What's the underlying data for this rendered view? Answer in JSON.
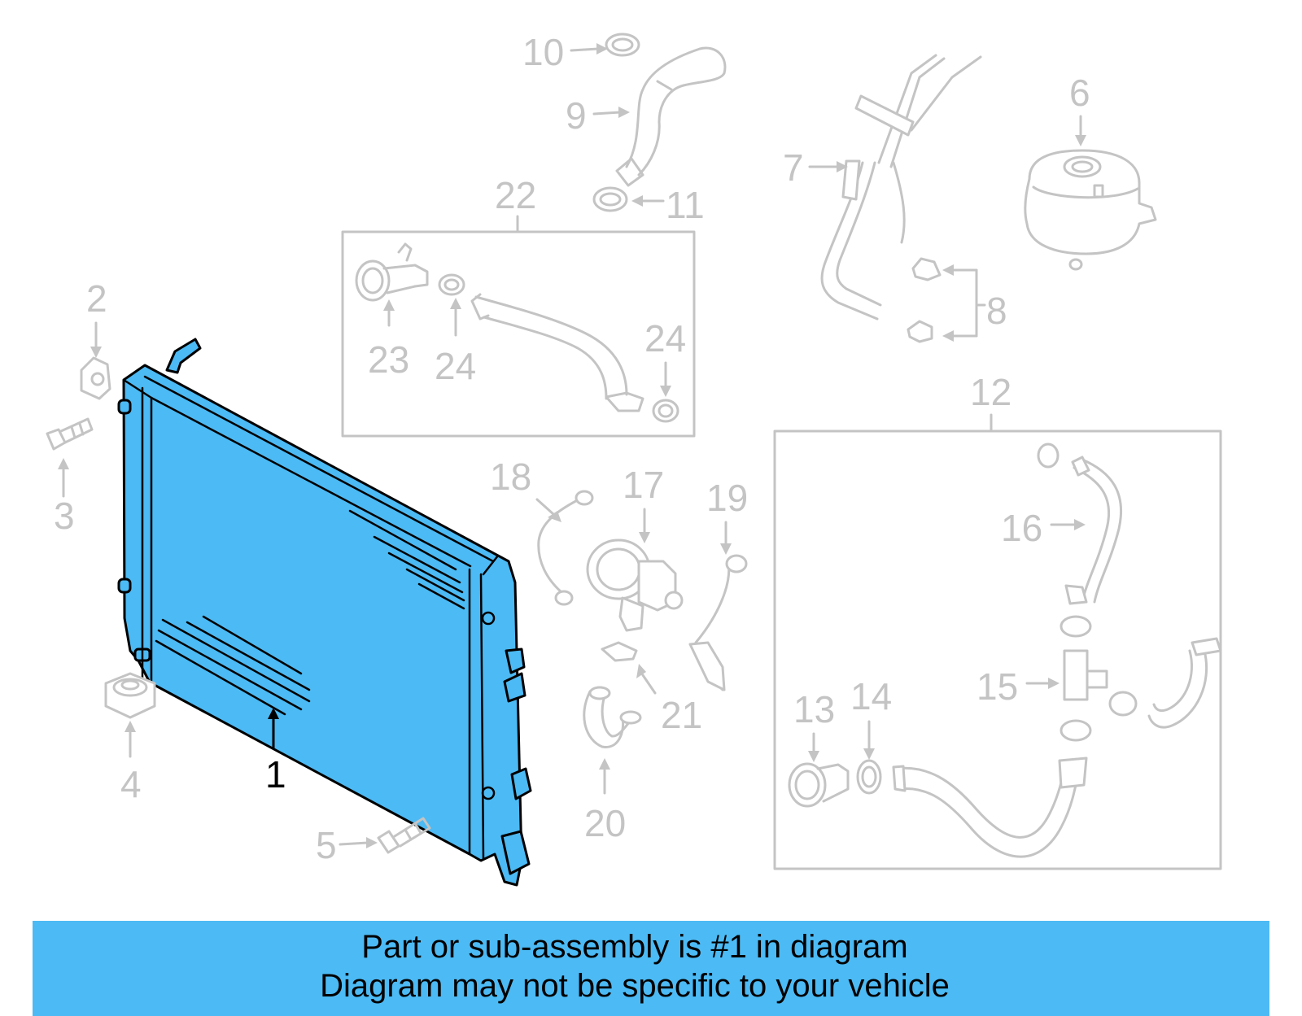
{
  "callouts": {
    "c1": "1",
    "c2": "2",
    "c3": "3",
    "c4": "4",
    "c5": "5",
    "c6": "6",
    "c7": "7",
    "c8": "8",
    "c9": "9",
    "c10": "10",
    "c11": "11",
    "c12": "12",
    "c13": "13",
    "c14": "14",
    "c15": "15",
    "c16": "16",
    "c17": "17",
    "c18": "18",
    "c19": "19",
    "c20": "20",
    "c21": "21",
    "c22": "22",
    "c23": "23",
    "c24a": "24",
    "c24b": "24"
  },
  "banner": {
    "line1": "Part or sub-assembly is #1 in diagram",
    "line2": "Diagram may not be specific to your vehicle"
  },
  "colors": {
    "highlight": "#4cbaf4",
    "parts_line": "#c4c4c4"
  }
}
